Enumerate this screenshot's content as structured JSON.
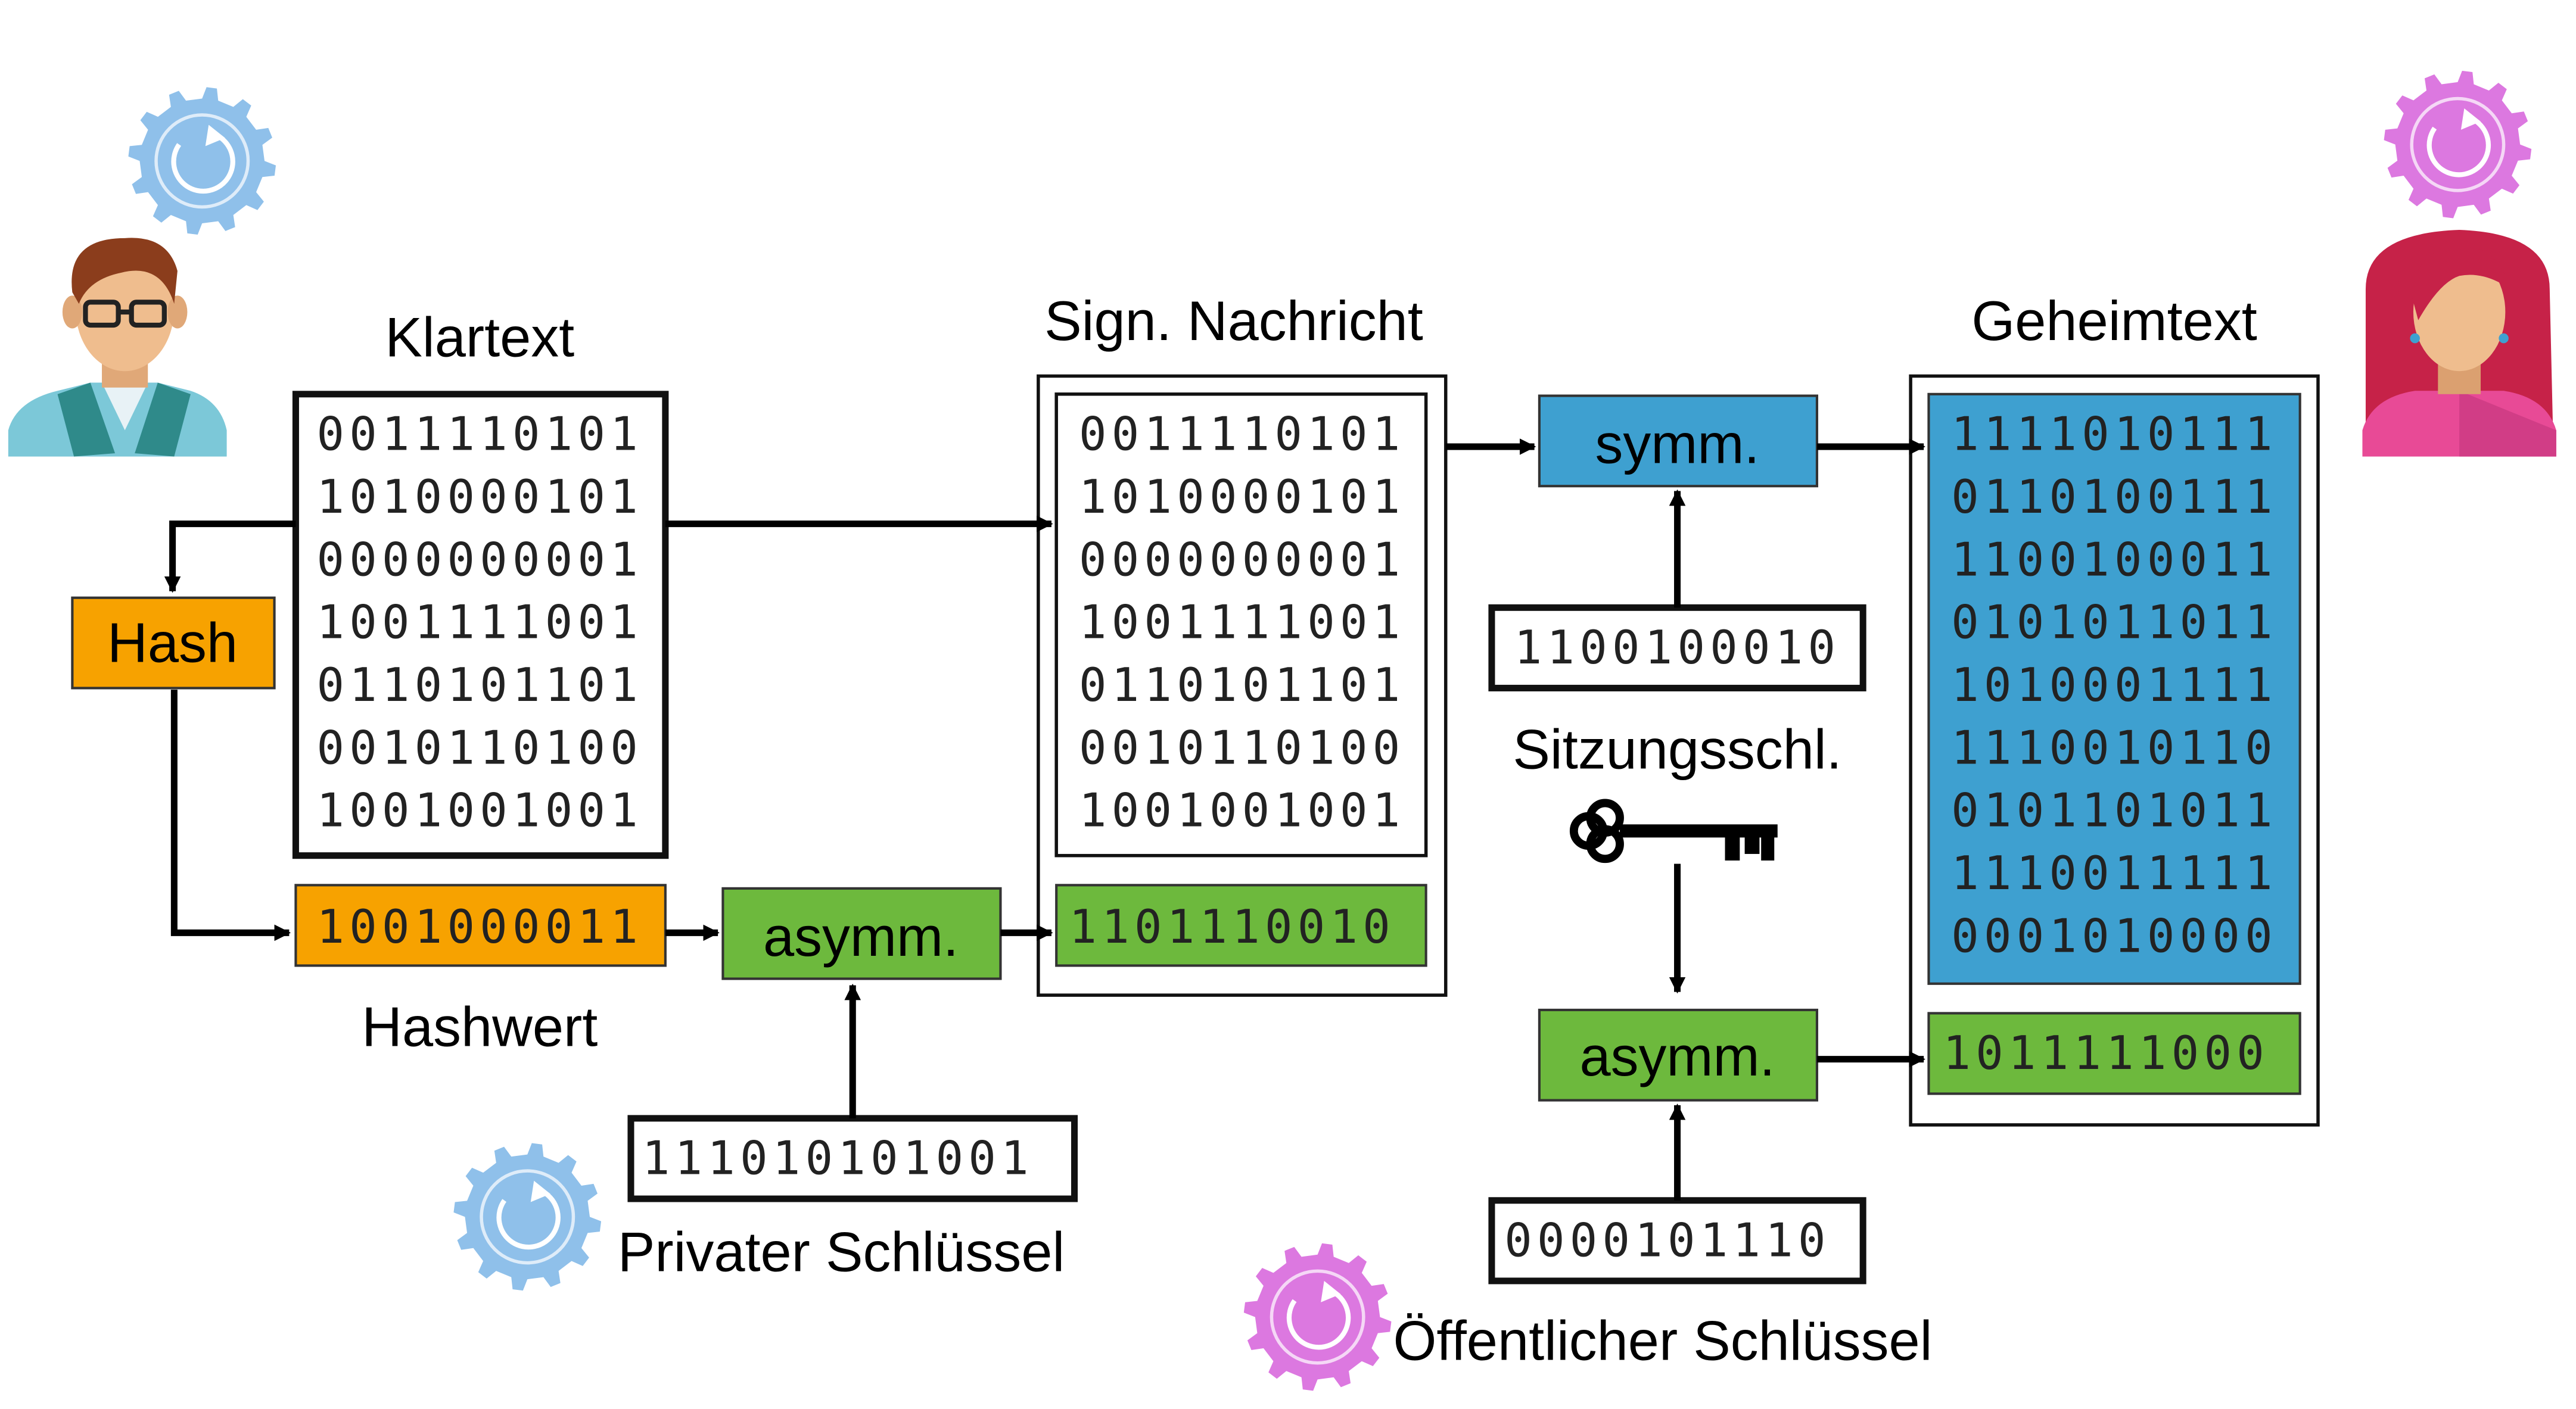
{
  "labels": {
    "klartext": "Klartext",
    "sign_nachricht": "Sign. Nachricht",
    "geheimtext": "Geheimtext",
    "hashwert": "Hashwert",
    "sitzungsschl": "Sitzungsschl.",
    "privater_schluessel": "Privater Schlüssel",
    "oeffentlicher_schluessel": "Öffentlicher Schlüssel"
  },
  "boxes": {
    "hash": "Hash",
    "asymm_sign": "asymm.",
    "symm": "symm.",
    "asymm_encrypt": "asymm."
  },
  "values": {
    "klartext_bits": [
      "0011110101",
      "1010000101",
      "0000000001",
      "1001111001",
      "0110101101",
      "0010110100",
      "1001001001"
    ],
    "signed_bits": [
      "0011110101",
      "1010000101",
      "0000000001",
      "1001111001",
      "0110101101",
      "0010110100",
      "1001001001"
    ],
    "geheimtext_bits": [
      "1111010111",
      "0110100111",
      "1100100011",
      "0101011011",
      "1010001111",
      "1110010110",
      "0101101011",
      "1110011111",
      "0001010000"
    ],
    "hashwert": "1001000011",
    "signature": "1101110010",
    "session_key": "1100100010",
    "private_key": "111010101001",
    "public_key": "0000101110",
    "encrypted_session_key": "1011111000"
  },
  "icons": {
    "sender": "man-avatar-icon",
    "recipient": "woman-avatar-icon",
    "sender_gear": "blue-gear-icon",
    "recipient_gear": "pink-gear-icon",
    "session_key": "key-icon"
  },
  "colors": {
    "hash": "#f7a200",
    "asymm": "#6db93d",
    "symm": "#3ea0d0",
    "sender_gear": "#8fc0ea",
    "recipient_gear": "#dc78e0"
  }
}
